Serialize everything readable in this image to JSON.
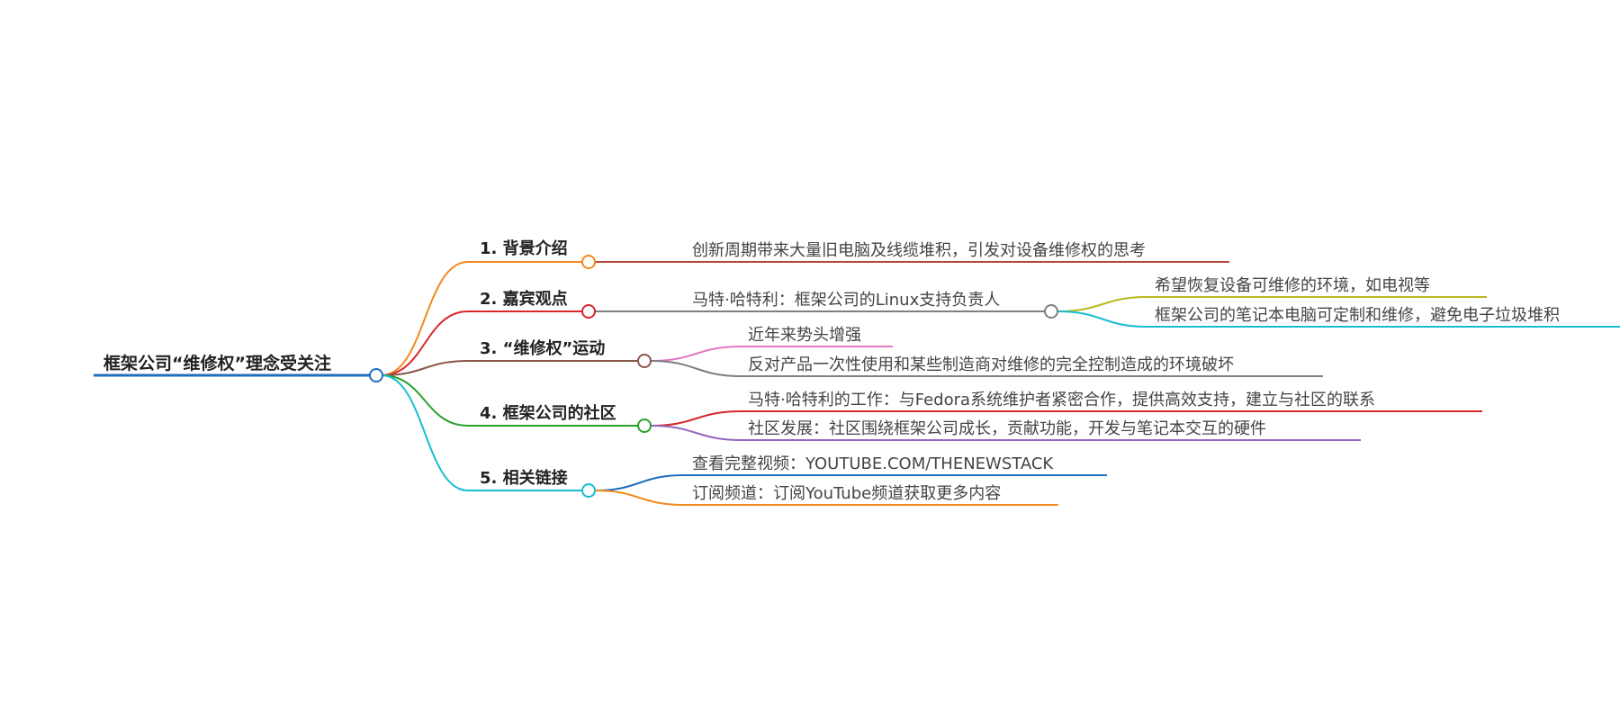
{
  "mindmap": {
    "root": {
      "label": "框架公司“维修权”理念受关注",
      "color": "#1f6fbf"
    },
    "branches": [
      {
        "id": "b1",
        "label": "1. 背景介绍",
        "color": "#f28a1e",
        "children": [
          {
            "id": "b1c1",
            "label": "创新周期带来大量旧电脑及线缆堆积，引发对设备维修权的思考",
            "color": "#b5473a"
          }
        ]
      },
      {
        "id": "b2",
        "label": "2. 嘉宾观点",
        "color": "#d9262e",
        "children": [
          {
            "id": "b2c1",
            "label": "马特·哈特利：框架公司的Linux支持负责人",
            "color": "#7f7f7f",
            "children": [
              {
                "id": "b2c1a",
                "label": "希望恢复设备可维修的环境，如电视等",
                "color": "#b9b821"
              },
              {
                "id": "b2c1b",
                "label": "框架公司的笔记本电脑可定制和维修，避免电子垃圾堆积",
                "color": "#17becf"
              }
            ]
          }
        ]
      },
      {
        "id": "b3",
        "label": "3. “维修权”运动",
        "color": "#8c564b",
        "children": [
          {
            "id": "b3c1",
            "label": "近年来势头增强",
            "color": "#e377c2"
          },
          {
            "id": "b3c2",
            "label": "反对产品一次性使用和某些制造商对维修的完全控制造成的环境破坏",
            "color": "#7f7f7f"
          }
        ]
      },
      {
        "id": "b4",
        "label": "4. 框架公司的社区",
        "color": "#2ca02c",
        "children": [
          {
            "id": "b4c1",
            "label": "马特·哈特利的工作：与Fedora系统维护者紧密合作，提供高效支持，建立与社区的联系",
            "color": "#d62728"
          },
          {
            "id": "b4c2",
            "label": "社区发展：社区围绕框架公司成长，贡献功能，开发与笔记本交互的硬件",
            "color": "#9467bd"
          }
        ]
      },
      {
        "id": "b5",
        "label": "5. 相关链接",
        "color": "#17becf",
        "children": [
          {
            "id": "b5c1",
            "label": "查看完整视频：YOUTUBE.COM/THENEWSTACK",
            "color": "#1f6fbf"
          },
          {
            "id": "b5c2",
            "label": "订阅频道：订阅YouTube频道获取更多内容",
            "color": "#f28a1e"
          }
        ]
      }
    ]
  }
}
